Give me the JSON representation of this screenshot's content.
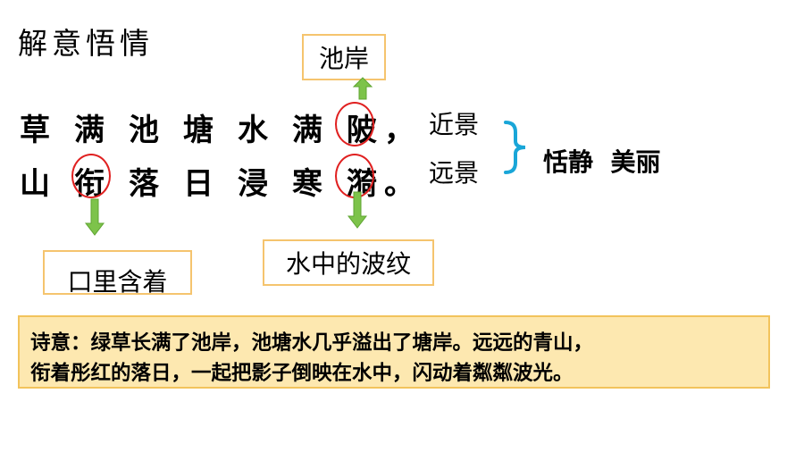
{
  "title": "解意悟情",
  "poem": {
    "line1": [
      "草",
      "满",
      "池",
      "塘",
      "水",
      "满",
      "陂",
      "，"
    ],
    "line2": [
      "山",
      "衔",
      "落",
      "日",
      "浸",
      "寒",
      "漪",
      "。"
    ]
  },
  "notes": {
    "bei": "池岸",
    "xian": "口里含着",
    "yi": "水中的波纹"
  },
  "scenes": {
    "near": "近景",
    "far": "远景",
    "summary": "恬静  美丽"
  },
  "meaning": {
    "line1": "诗意：绿草长满了池岸，池塘水几乎溢出了塘岸。远远的青山，",
    "line2": "衔着彤红的落日，一起把影子倒映在水中，闪动着粼粼波光。"
  },
  "colors": {
    "circle": "#e02020",
    "arrow": "#7dc34a",
    "note_border": "#f5c46e",
    "brace": "#19a6d8",
    "meaning_bg": "#fde8b0",
    "meaning_border": "#f2c35c"
  },
  "icons": [
    "arrow-up-icon",
    "arrow-down-icon",
    "arrow-down-icon",
    "right-brace-icon"
  ]
}
